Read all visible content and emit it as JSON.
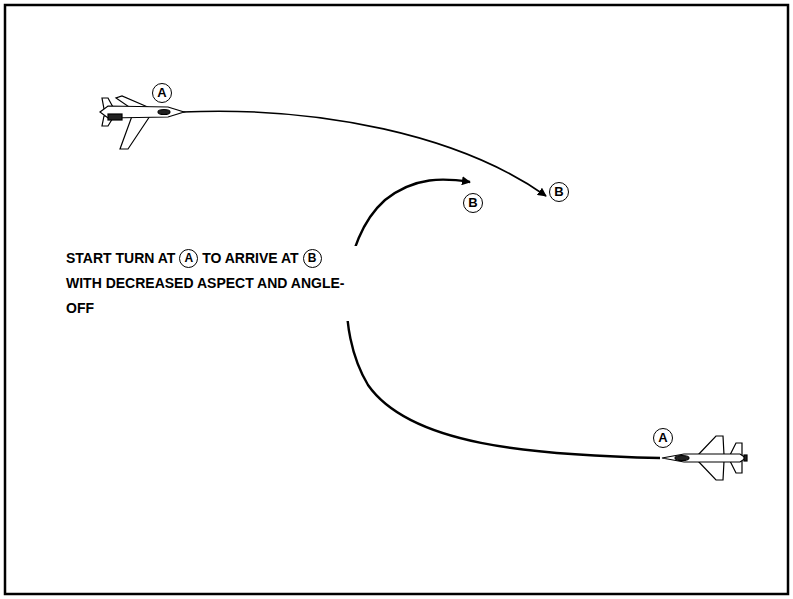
{
  "diagram": {
    "labels": [
      "A",
      "B",
      "B",
      "A",
      "START TURN AT",
      "A",
      "TO ARRIVE AT",
      "B",
      "WITH DECREASED ASPECT AND ANGLE-OFF"
    ]
  }
}
